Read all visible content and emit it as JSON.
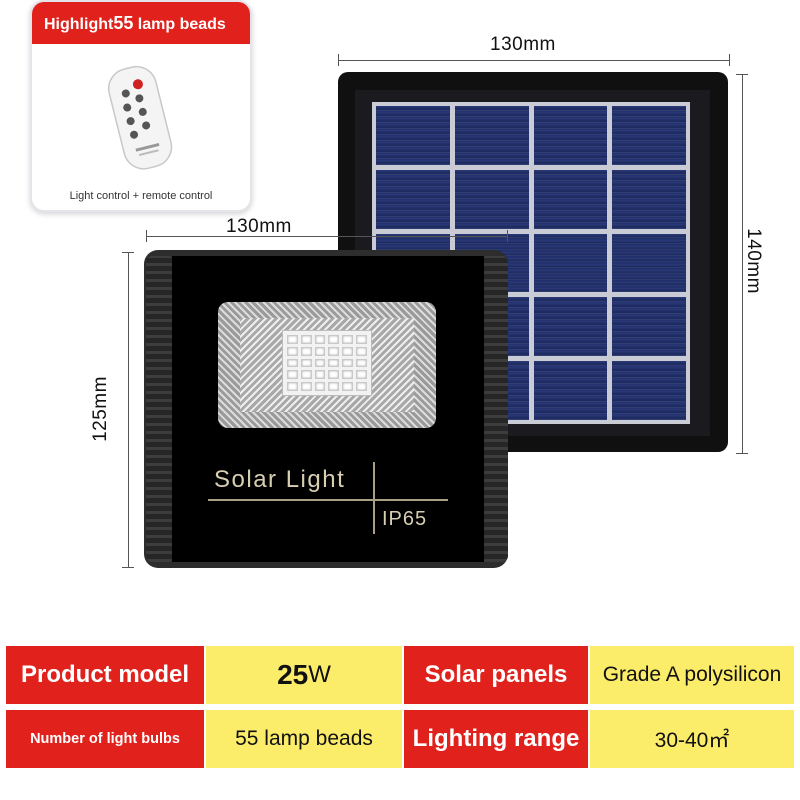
{
  "highlight": {
    "banner_prefix": "Highlight",
    "banner_count": "55",
    "banner_suffix": " lamp beads",
    "caption": "Light control + remote control"
  },
  "dimensions": {
    "panel_width": "130mm",
    "panel_height": "140mm",
    "light_width": "130mm",
    "light_height": "125mm"
  },
  "light": {
    "title": "Solar Light",
    "rating": "IP65"
  },
  "specs": {
    "product_model_label": "Product model",
    "product_model_number": "25",
    "product_model_unit": "W",
    "solar_panels_label": "Solar panels",
    "solar_panels_value": "Grade A polysilicon",
    "bulbs_label": "Number of light bulbs",
    "bulbs_value": "55 lamp beads",
    "range_label": "Lighting range",
    "range_value": "30-40㎡"
  },
  "colors": {
    "red": "#e0211c",
    "yellow": "#fbec6a"
  }
}
